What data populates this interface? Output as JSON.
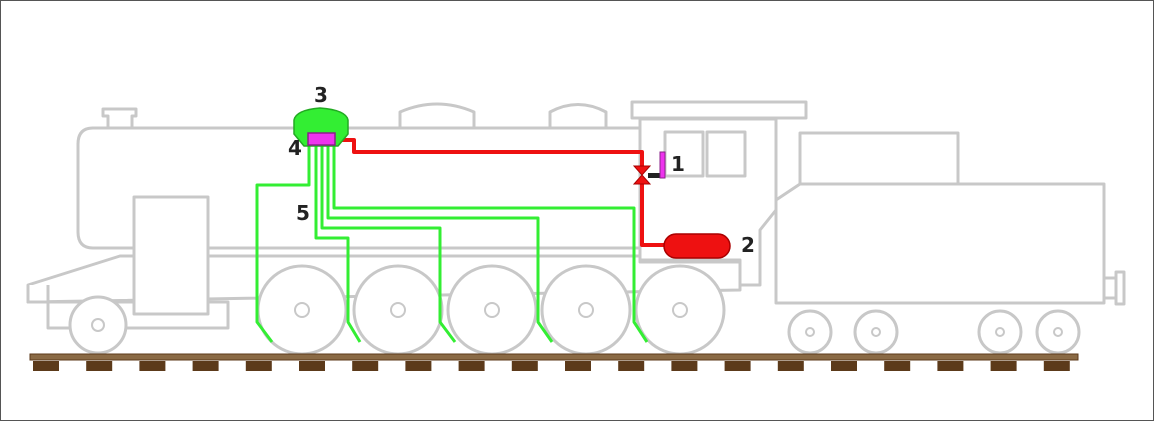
{
  "labels": {
    "1": "1",
    "2": "2",
    "3": "3",
    "4": "4",
    "5": "5"
  },
  "colors": {
    "outline": "#c8c8c8",
    "sand_pipe": "#33ee33",
    "air_pipe": "#ee1111",
    "sandbox": "#33ee33",
    "valve_box": "#ee33ee",
    "reservoir": "#ee1111",
    "rail": "#8a6a45",
    "sleeper": "#5c3a1a",
    "label": "#222222"
  }
}
